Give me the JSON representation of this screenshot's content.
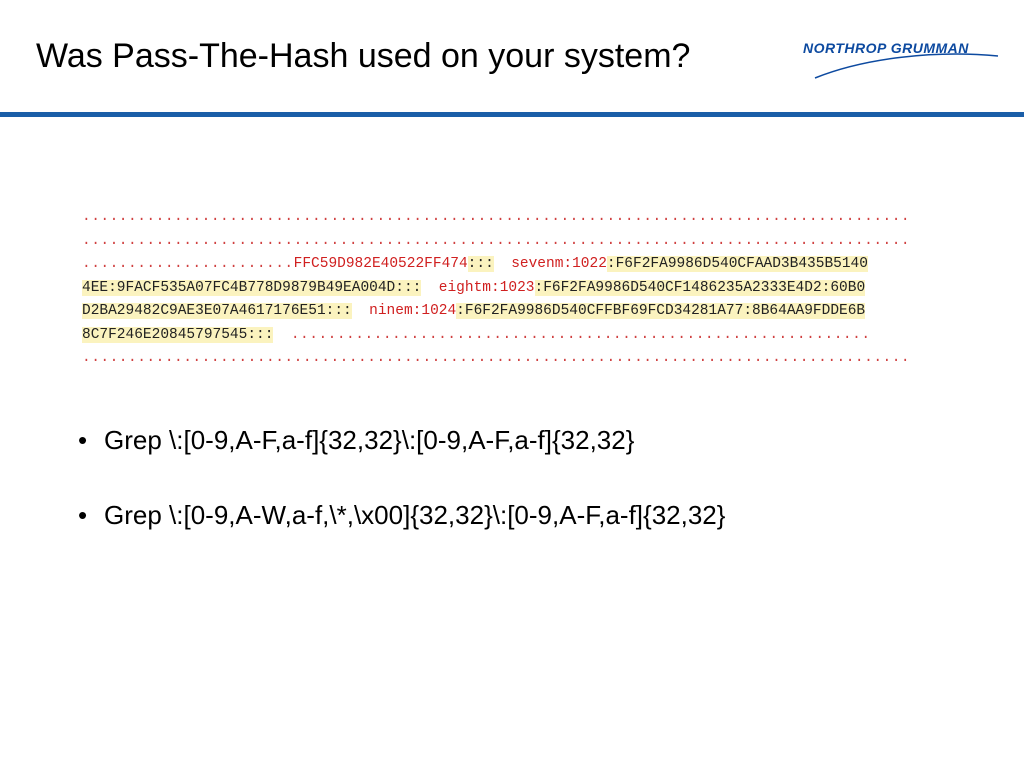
{
  "slide": {
    "title": "Was Pass-The-Hash used on your system?"
  },
  "logo": {
    "text": "NORTHROP GRUMMAN",
    "color": "#0d4aa0"
  },
  "hash_dump": {
    "filler_line_1": "..........................................................................................",
    "filler_line_2": "..........................................................................................",
    "line3": {
      "lead": ".......................",
      "hash1": "FFC59D982E40522FF474",
      "sep1": ":::",
      "user1": "sevenm:1022",
      "hash2": ":F6F2FA9986D540CFAAD3B435B5140"
    },
    "line4": {
      "hash": "4EE:9FACF535A07FC4B778D9879B49EA004D",
      "sep": ":::",
      "user": "eightm:1023",
      "hash2": ":F6F2FA9986D540CF1486235A2333E4D2:60B0"
    },
    "line5": {
      "hash": "D2BA29482C9AE3E07A4617176E51",
      "sep": ":::",
      "user": "ninem:1024",
      "hash2": ":F6F2FA9986D540CFFBF69FCD34281A77:8B64AA9FDDE6B"
    },
    "line6": {
      "hash": "8C7F246E20845797545",
      "sep": ":::",
      "trail": "..............................................................."
    },
    "filler_line_7": ".........................................................................................."
  },
  "bullets": {
    "marker": "•",
    "items": [
      "Grep \\:[0-9,A-F,a-f]{32,32}\\:[0-9,A-F,a-f]{32,32}",
      "Grep \\:[0-9,A-W,a-f,\\*,\\x00]{32,32}\\:[0-9,A-F,a-f]{32,32}"
    ]
  },
  "colors": {
    "accent_rule": "#1a5ea8",
    "highlight": "#fbf3bf",
    "hash_red": "#d02020"
  }
}
